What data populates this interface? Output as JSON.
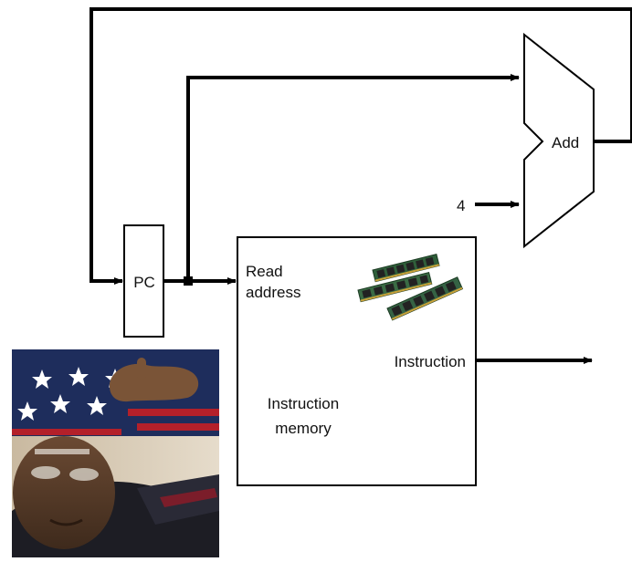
{
  "diagram": {
    "pc_label": "PC",
    "adder_label": "Add",
    "constant_input": "4",
    "memory": {
      "read_address_line1": "Read",
      "read_address_line2": "address",
      "instruction_output": "Instruction",
      "title_line1": "Instruction",
      "title_line2": "memory"
    }
  },
  "images": {
    "ram_modules": "ram-modules-photo",
    "person_photo": "person-with-flag-photo"
  }
}
